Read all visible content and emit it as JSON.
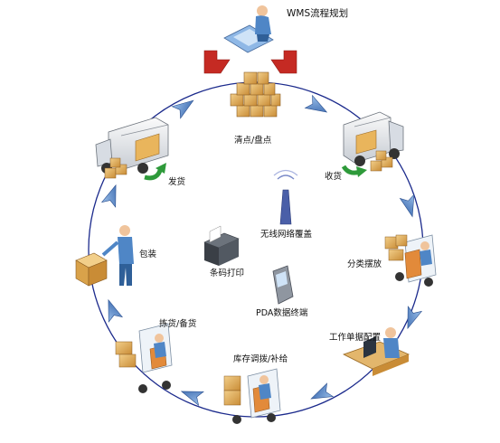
{
  "title": "WMS流程规划",
  "steps": {
    "inventory": "清点/盘点",
    "receiving": "收货",
    "putaway": "分类摆放",
    "work_order": "工作单据配置",
    "replenish": "库存调拨/补给",
    "picking": "拣货/备货",
    "packing": "包装",
    "shipping": "发货"
  },
  "center": {
    "wireless": "无线网络覆盖",
    "barcode": "条码打印",
    "pda": "PDA数据终端"
  },
  "colors": {
    "circle": "#1b2a8c",
    "arrow": "#3a6fb3",
    "red_arrow": "#c52a23",
    "green_arrow": "#2e9a3a",
    "box": "#d9a24a",
    "person": "#4f86c6"
  }
}
